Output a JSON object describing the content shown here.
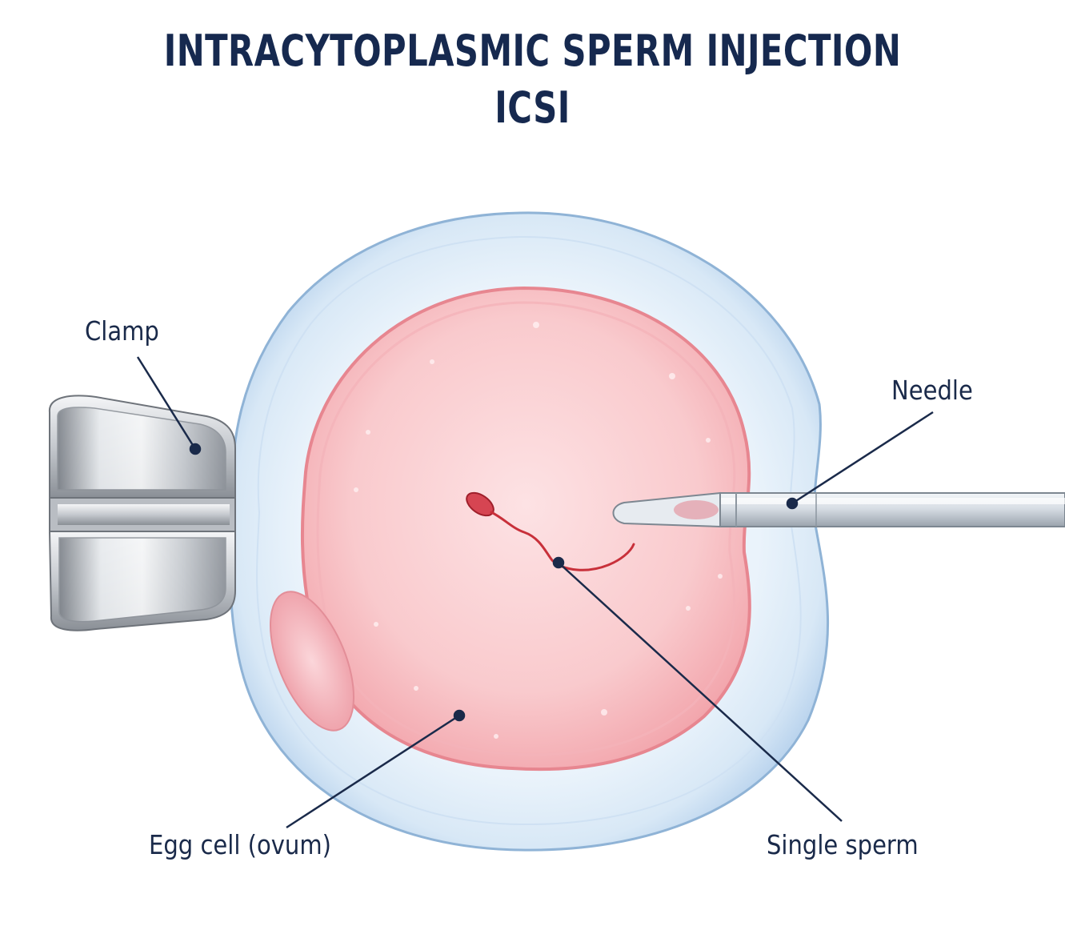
{
  "title": "INTRACYTOPLASMIC SPERM INJECTION",
  "subtitle": "ICSI",
  "labels": {
    "clamp": "Clamp",
    "needle": "Needle",
    "egg_cell": "Egg cell (ovum)",
    "single_sperm": "Single sperm"
  },
  "colors": {
    "title": "#16294f",
    "leader_line": "#1a2a4a",
    "zona": "#d5e6f6",
    "zona_outline": "#8fb3d6",
    "cytoplasm": "#f7bcc1",
    "cytoplasm_outline": "#e78690",
    "polar_body": "#f3b3bb",
    "sperm": "#c8303a",
    "clamp_metal": "#b8bcc2",
    "needle_glass": "#cfd6dd"
  }
}
